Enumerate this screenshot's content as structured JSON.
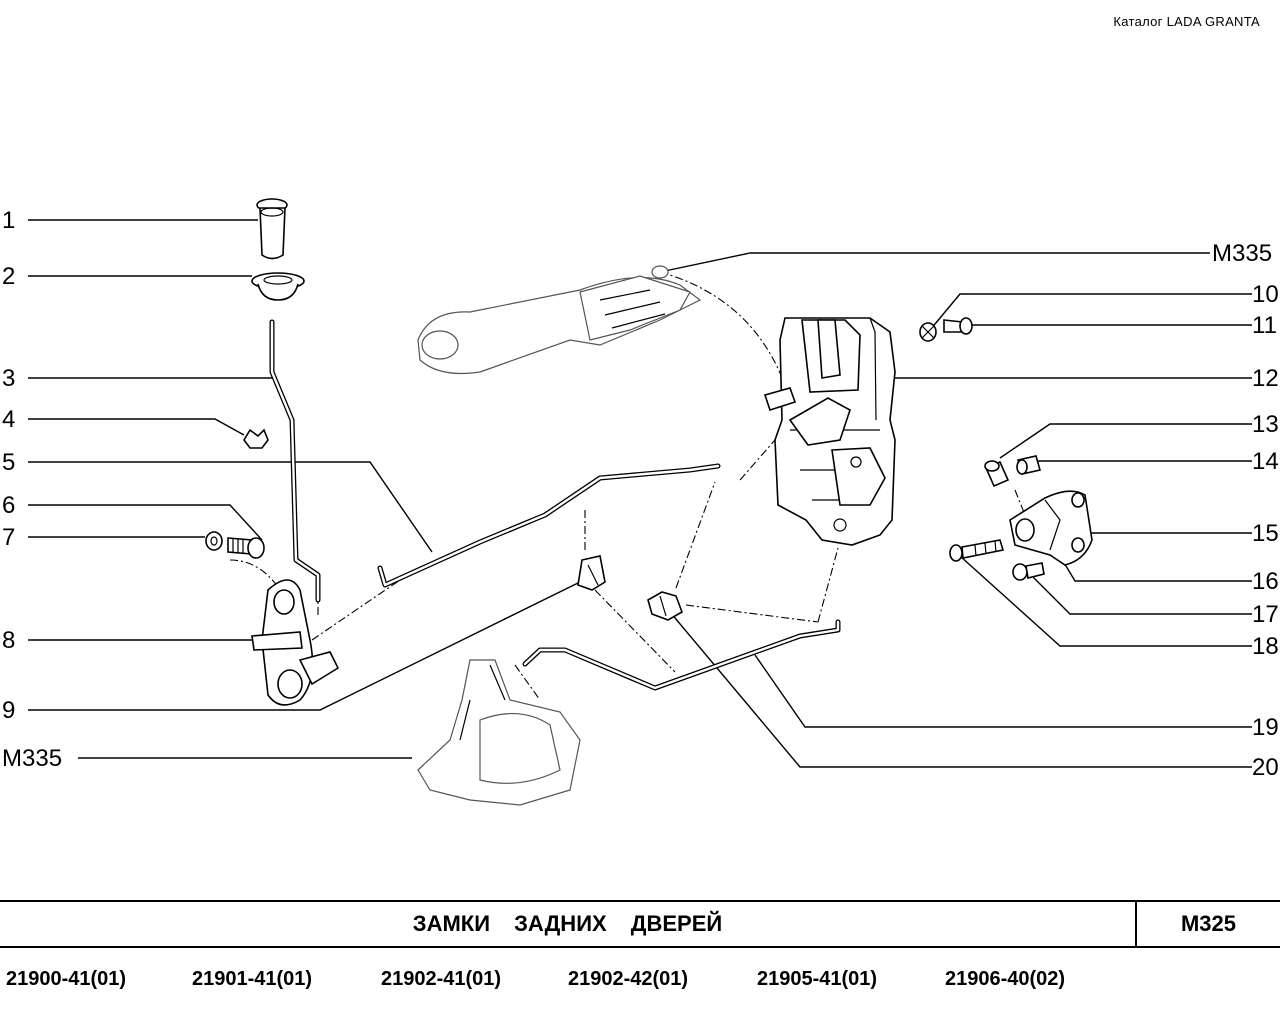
{
  "header": {
    "catalog": "Каталог  LADA  GRANTA"
  },
  "callouts": {
    "c1": "1",
    "c2": "2",
    "c3": "3",
    "c4": "4",
    "c5": "5",
    "c6": "6",
    "c7": "7",
    "c8": "8",
    "c9": "9",
    "c10": "10",
    "c11": "11",
    "c12": "12",
    "c13": "13",
    "c14": "14",
    "c15": "15",
    "c16": "16",
    "c17": "17",
    "c18": "18",
    "c19": "19",
    "c20": "20",
    "ref_top": "M335",
    "ref_left": "M335"
  },
  "footer": {
    "title": "ЗАМКИ    ЗАДНИХ   ДВЕРЕЙ",
    "code": "M325",
    "models": [
      "21900-41(01)",
      "21901-41(01)",
      "21902-41(01)",
      "21902-42(01)",
      "21905-41(01)",
      "21906-40(02)"
    ]
  }
}
